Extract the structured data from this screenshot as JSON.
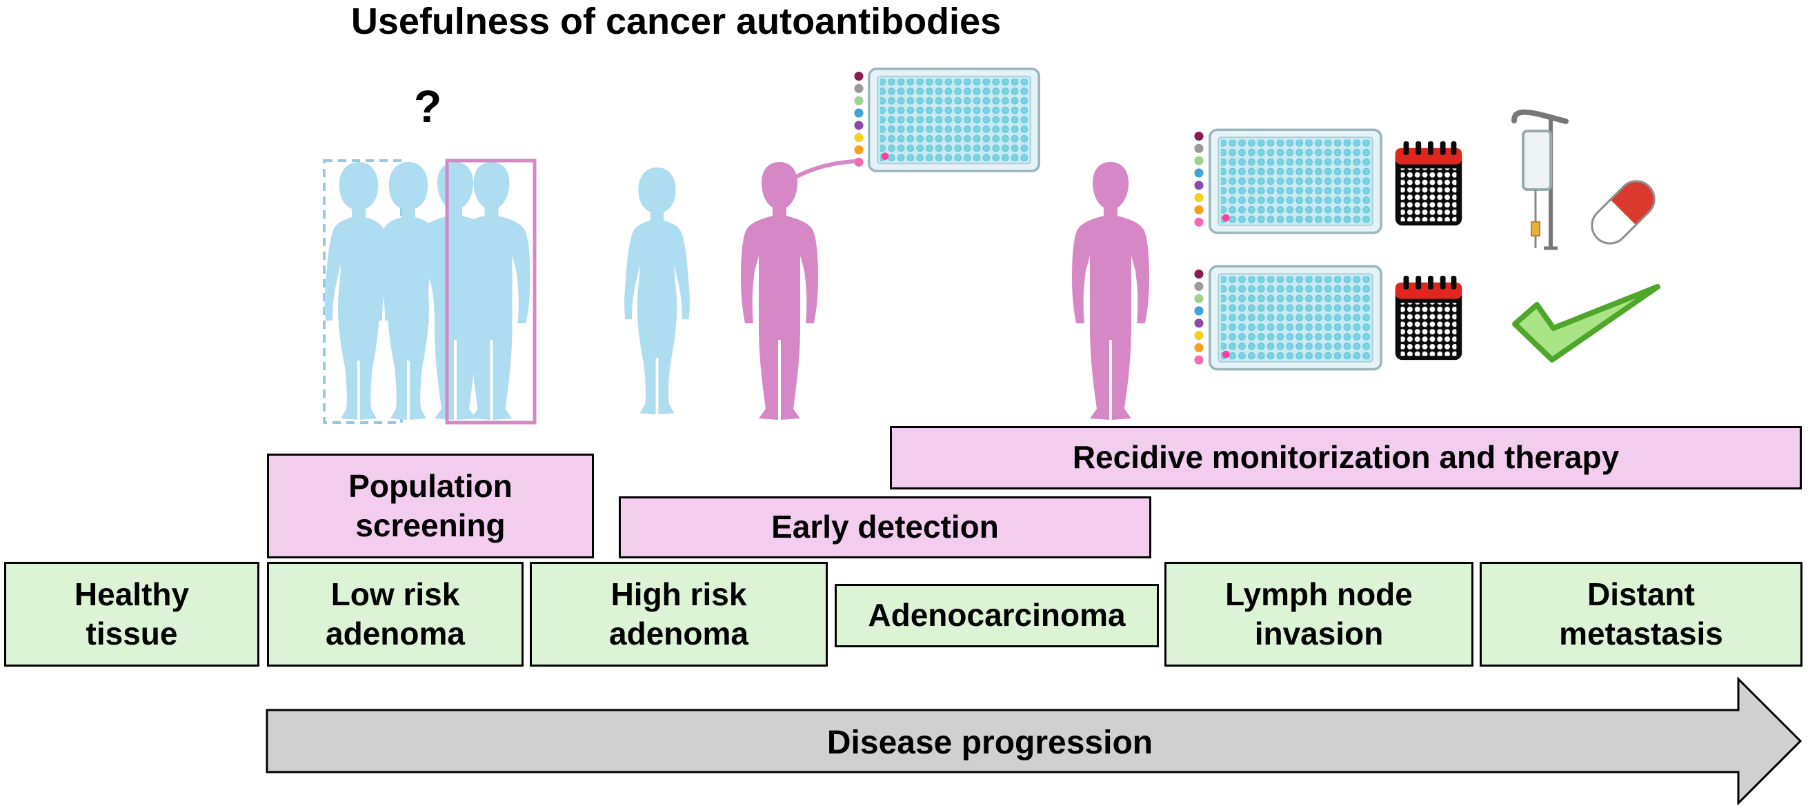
{
  "title": "Usefulness of cancer autoantibodies",
  "question_mark": "?",
  "stages": [
    {
      "line1": "Healthy",
      "line2": "tissue"
    },
    {
      "line1": "Low risk",
      "line2": "adenoma"
    },
    {
      "line1": "High risk",
      "line2": "adenoma"
    },
    {
      "line1": "Adenocarcinoma",
      "line2": ""
    },
    {
      "line1": "Lymph node",
      "line2": "invasion"
    },
    {
      "line1": "Distant",
      "line2": "metastasis"
    }
  ],
  "uses": {
    "population_screening": {
      "line1": "Population",
      "line2": "screening"
    },
    "early_detection": "Early detection",
    "recidive": "Recidive monitorization and therapy"
  },
  "progression_arrow": "Disease progression",
  "colors": {
    "healthy_blue": "#aedcf1",
    "patient_pink": "#d688c6",
    "stage_green": "#ddf3d5",
    "use_pink": "#f2cdee",
    "arrow_gray": "#d0d0d0",
    "check_green": "#7ccf4a",
    "calendar_red": "#e0261f"
  },
  "icons": [
    "person-icon",
    "microarray-plate-icon",
    "calendar-icon",
    "iv-drip-icon",
    "pill-capsule-icon",
    "checkmark-icon",
    "curved-arrow-icon"
  ]
}
